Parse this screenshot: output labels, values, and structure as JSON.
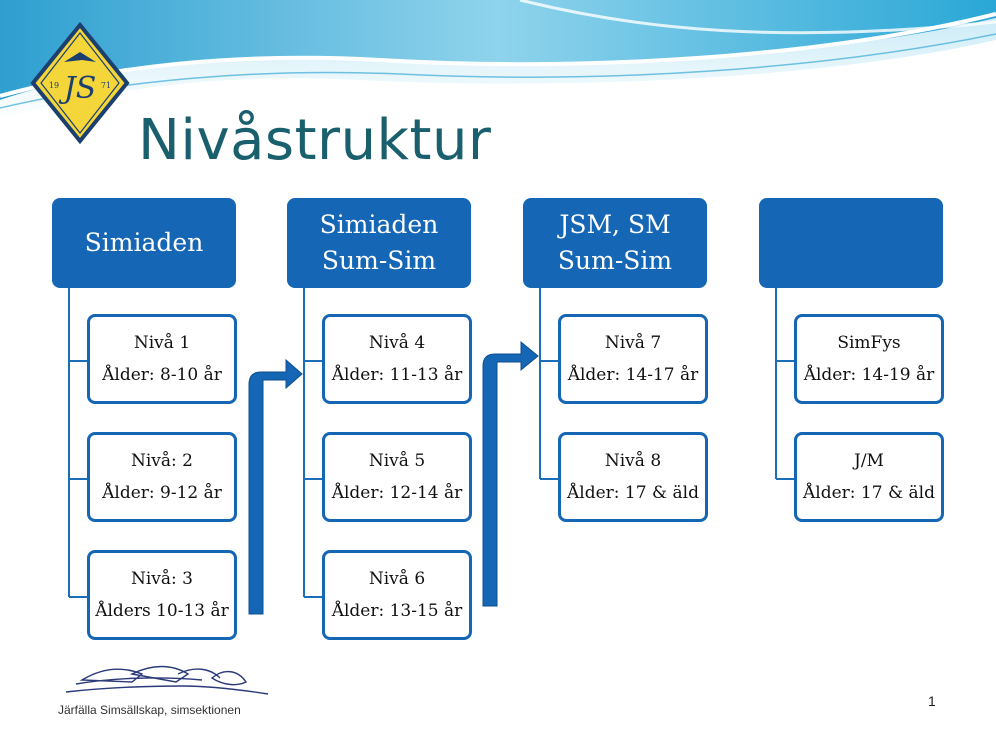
{
  "slide": {
    "title": "Nivåstruktur",
    "footer": "Järfälla Simsällskap, simsektionen",
    "page_number": "1",
    "logo": {
      "text_left": "19",
      "text_right": "71",
      "monogram": "JS"
    }
  },
  "columns": [
    {
      "header": [
        "Simiaden"
      ],
      "levels": [
        {
          "line1": "Nivå 1",
          "line2": "Ålder: 8-10 år"
        },
        {
          "line1": "Nivå: 2",
          "line2": "Ålder: 9-12 år"
        },
        {
          "line1": "Nivå: 3",
          "line2": "Ålders 10-13 år"
        }
      ]
    },
    {
      "header": [
        "Simiaden",
        "Sum-Sim"
      ],
      "levels": [
        {
          "line1": "Nivå 4",
          "line2": "Ålder: 11-13 år"
        },
        {
          "line1": "Nivå 5",
          "line2": "Ålder: 12-14 år"
        },
        {
          "line1": "Nivå 6",
          "line2": "Ålder: 13-15 år"
        }
      ]
    },
    {
      "header": [
        "JSM, SM",
        "Sum-Sim"
      ],
      "levels": [
        {
          "line1": "Nivå 7",
          "line2": "Ålder: 14-17 år"
        },
        {
          "line1": "Nivå 8",
          "line2": "Ålder: 17 & äld"
        }
      ]
    },
    {
      "header": [],
      "levels": [
        {
          "line1": "SimFys",
          "line2": "Ålder: 14-19 år"
        },
        {
          "line1": "J/M",
          "line2": "Ålder: 17 & äld"
        }
      ]
    }
  ],
  "colors": {
    "header_fill": "#1566b5",
    "box_border": "#1566b5",
    "title": "#1a5f6e",
    "logo_fill": "#f5d63a",
    "logo_border": "#1b3f6e"
  }
}
